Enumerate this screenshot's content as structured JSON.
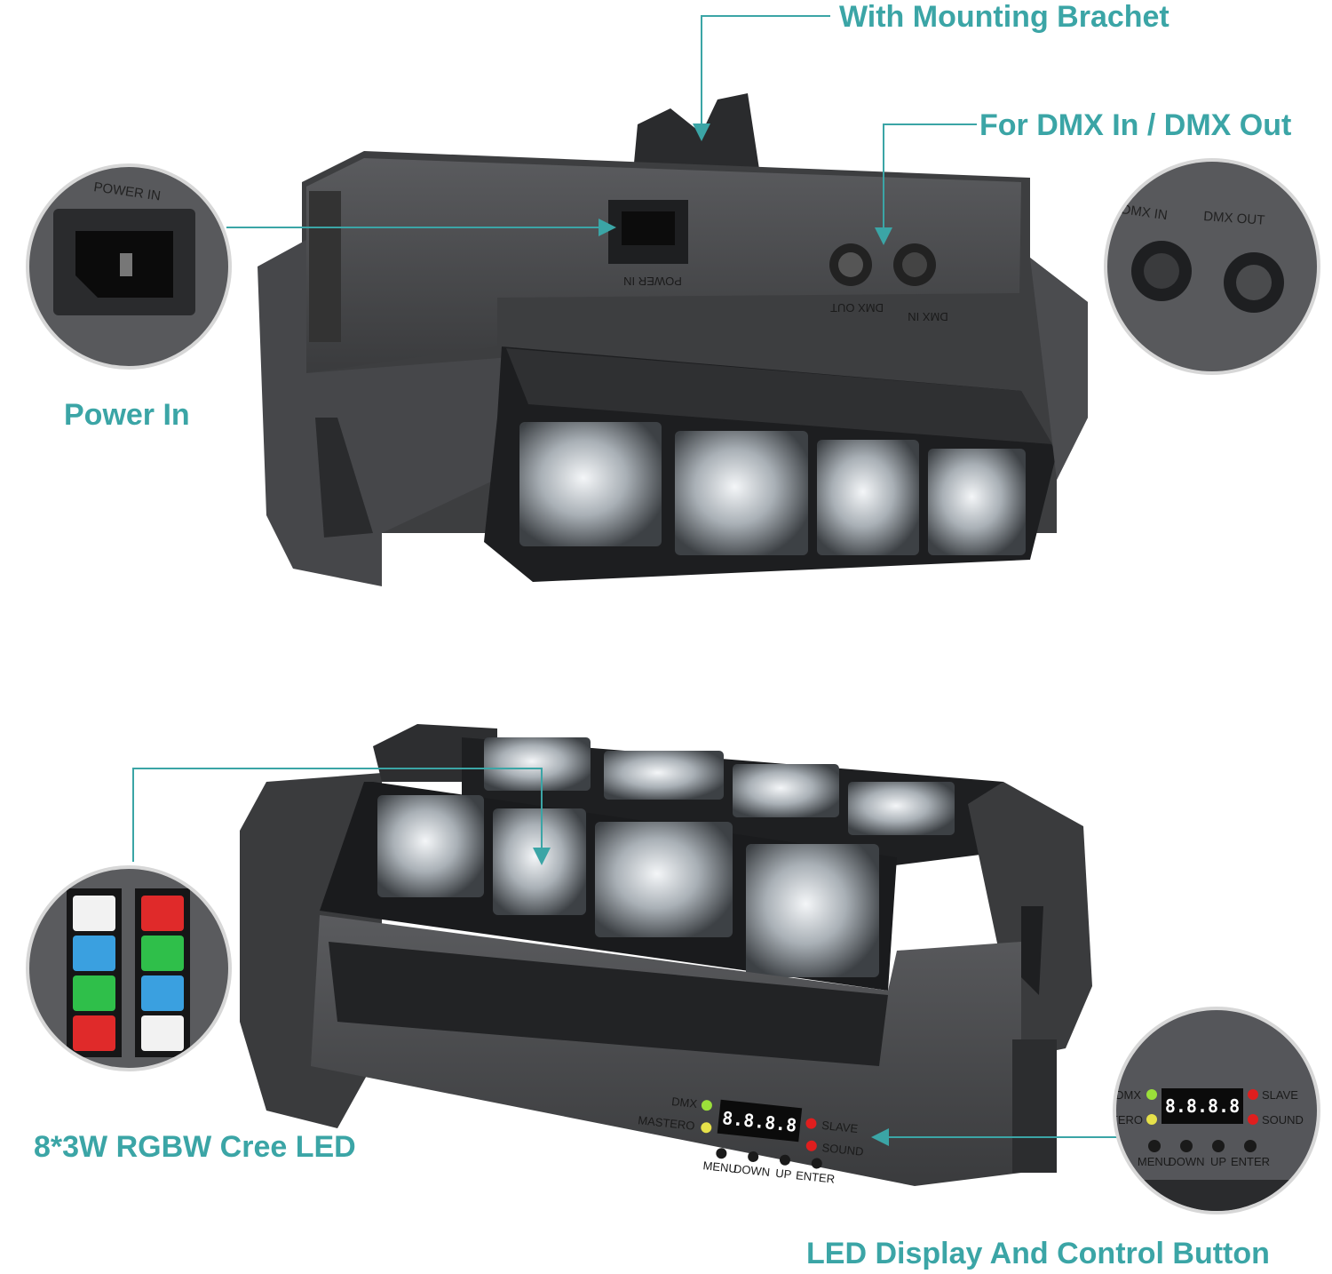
{
  "colors": {
    "accent": "#3ba5a6",
    "body": "#4a4b4d",
    "body_dark": "#2b2c2e",
    "led_green": "#9be03a",
    "led_yellow": "#e6e14a",
    "led_red": "#e01e1e"
  },
  "callouts": {
    "mounting": "With Mounting Brachet",
    "dmx": "For DMX In / DMX Out",
    "power": "Power In",
    "led": "8*3W RGBW Cree LED",
    "display": "LED Display And Control Button"
  },
  "top_fixture": {
    "power_label": "POWER IN",
    "dmx_out_label": "DMX OUT",
    "dmx_in_label": "DMX IN"
  },
  "insets": {
    "power": {
      "label": "POWER IN"
    },
    "dmx": {
      "in_label": "DMX IN",
      "out_label": "DMX OUT"
    },
    "rgbw": {
      "left_colors": [
        "#f2f2f2",
        "#3aa0e0",
        "#2fbf4a",
        "#e02a2a"
      ],
      "right_colors": [
        "#e02a2a",
        "#2fbf4a",
        "#3aa0e0",
        "#f2f2f2"
      ]
    },
    "display": {
      "dmx": "DMX",
      "mode": "STERO",
      "slave": "SLAVE",
      "sound": "SOUND",
      "readout": "8.8.8.8",
      "buttons": [
        "MENU",
        "DOWN",
        "UP",
        "ENTER"
      ]
    }
  },
  "bottom_fixture": {
    "dmx": "DMX",
    "mode": "MASTERO",
    "slave": "SLAVE",
    "sound": "SOUND",
    "readout": "8.8.8.8",
    "buttons": [
      "MENU",
      "DOWN",
      "UP",
      "ENTER"
    ]
  }
}
